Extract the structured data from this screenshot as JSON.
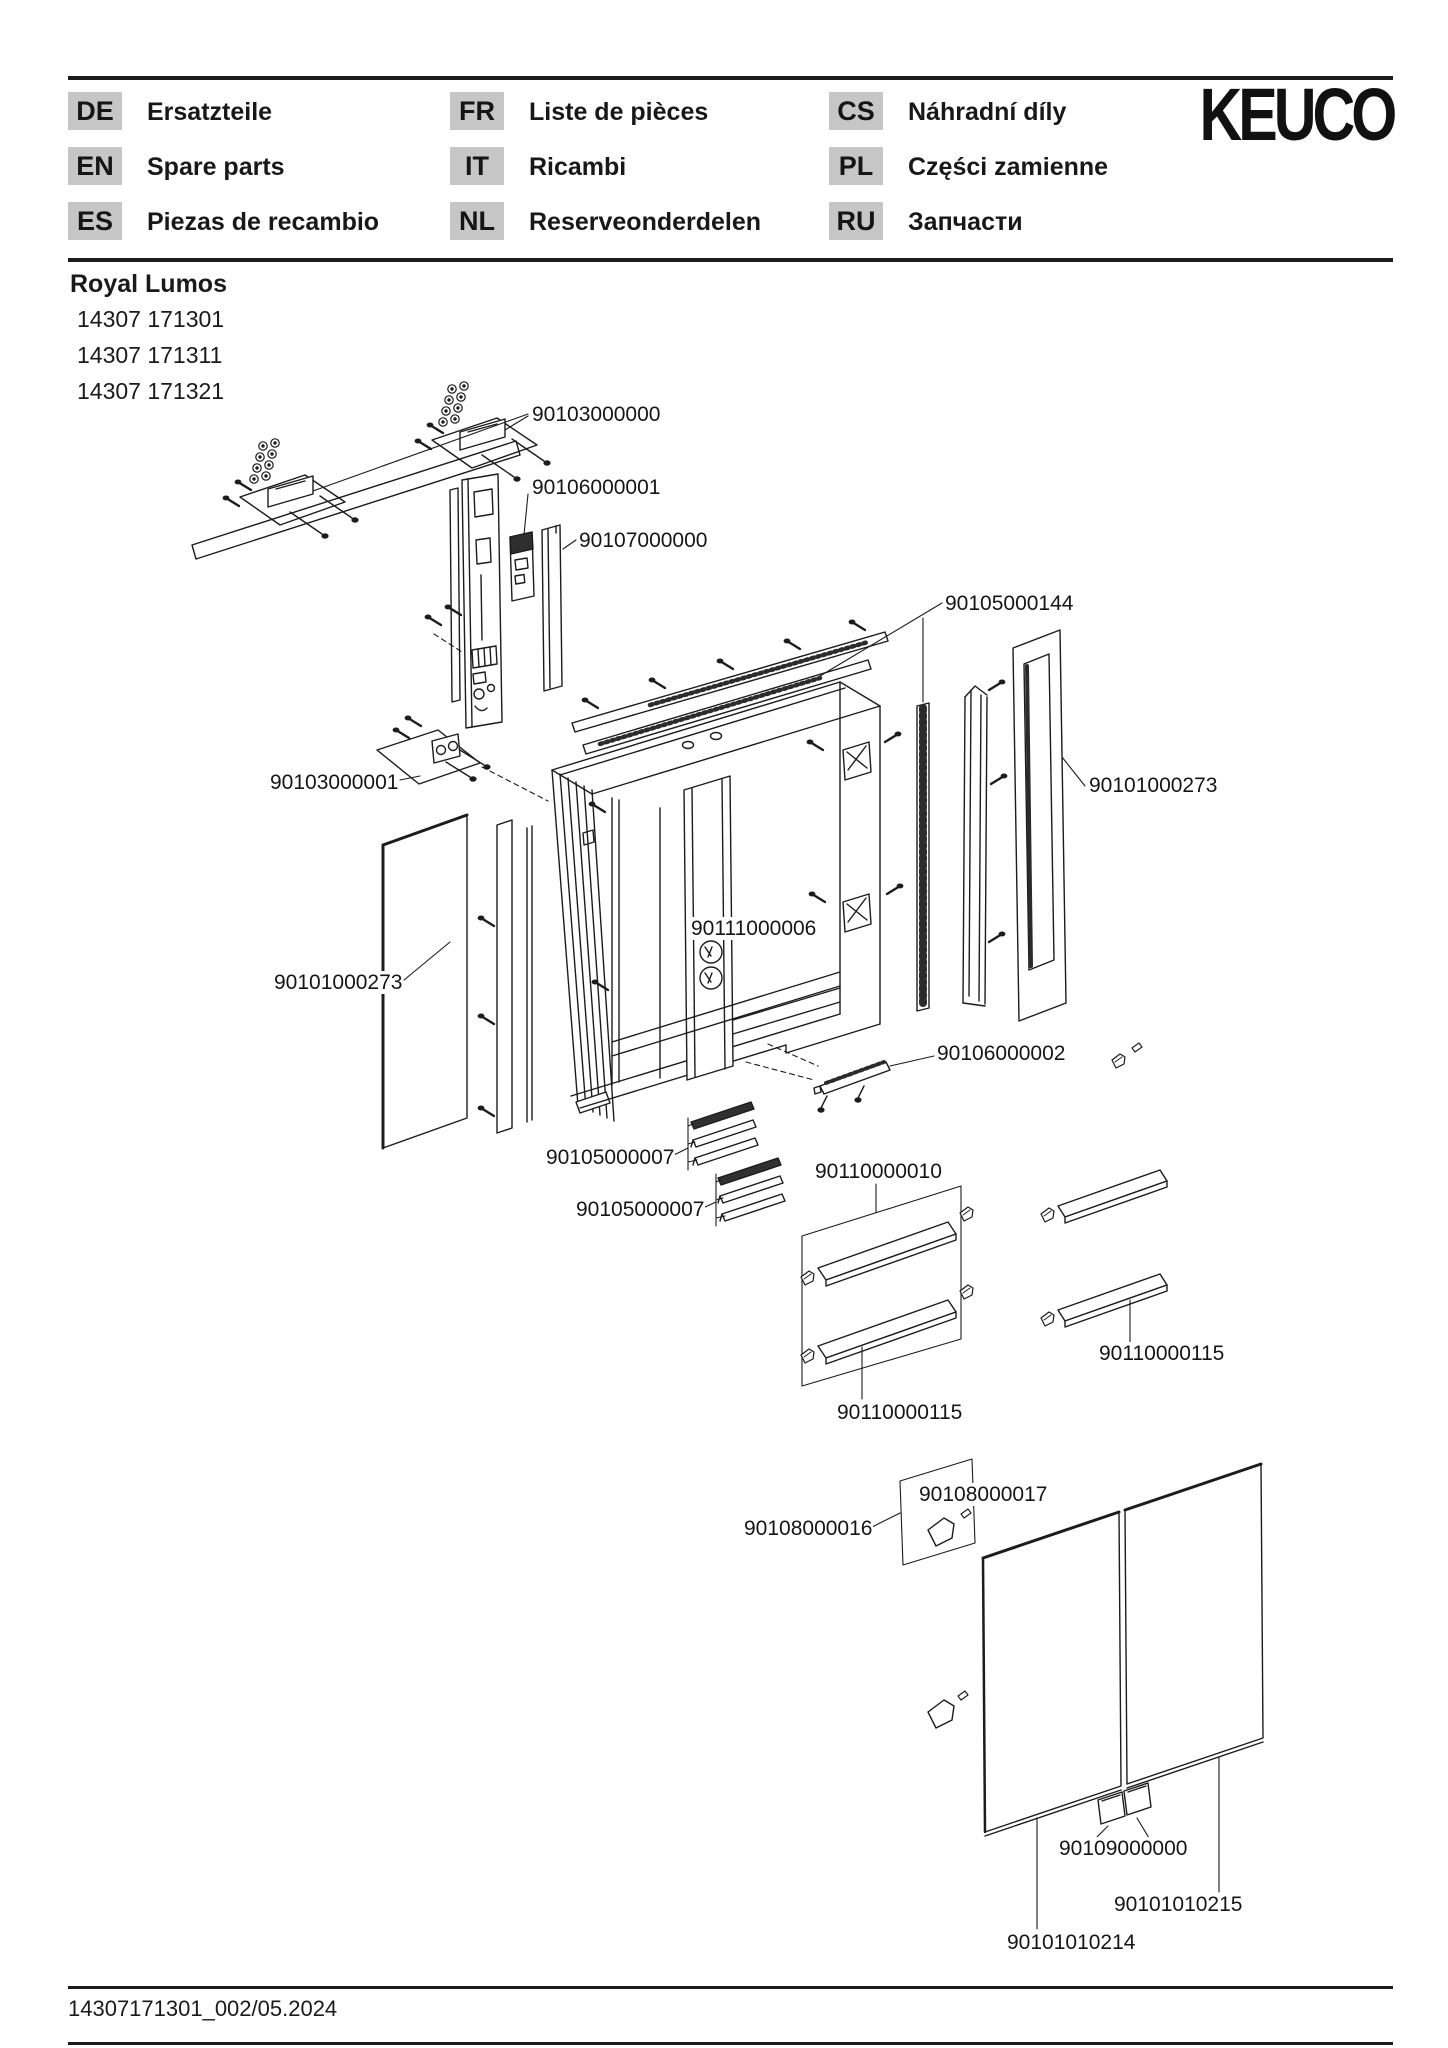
{
  "header": {
    "brand": "KEUCO",
    "languages": [
      {
        "code": "DE",
        "label": "Ersatzteile"
      },
      {
        "code": "EN",
        "label": "Spare parts"
      },
      {
        "code": "ES",
        "label": "Piezas de recambio"
      },
      {
        "code": "FR",
        "label": "Liste de pièces"
      },
      {
        "code": "IT",
        "label": "Ricambi"
      },
      {
        "code": "NL",
        "label": "Reserveonderdelen"
      },
      {
        "code": "CS",
        "label": "Náhradní díly"
      },
      {
        "code": "PL",
        "label": "Części zamienne"
      },
      {
        "code": "RU",
        "label": "Запчасти"
      }
    ]
  },
  "product": {
    "name": "Royal Lumos",
    "variants": [
      "14307 171301",
      "14307 171311",
      "14307 171321"
    ]
  },
  "diagram": {
    "part_labels": [
      {
        "id": "bracket-set",
        "text": "90103000000"
      },
      {
        "id": "power-supply",
        "text": "90106000001"
      },
      {
        "id": "power-cover",
        "text": "90107000000"
      },
      {
        "id": "led-profile",
        "text": "90105000144"
      },
      {
        "id": "side-frame-right",
        "text": "90101000273"
      },
      {
        "id": "fixing-bracket",
        "text": "90103000001"
      },
      {
        "id": "side-frame-left",
        "text": "90101000273"
      },
      {
        "id": "socket-unit",
        "text": "90111000006"
      },
      {
        "id": "bottom-profile",
        "text": "90106000002"
      },
      {
        "id": "rail-profile-1",
        "text": "90105000007"
      },
      {
        "id": "shelf-set",
        "text": "90110000010"
      },
      {
        "id": "rail-profile-2",
        "text": "90105000007"
      },
      {
        "id": "shelf-right",
        "text": "90110000115"
      },
      {
        "id": "shelf-center",
        "text": "90110000115"
      },
      {
        "id": "hinge-clip-2",
        "text": "90108000017"
      },
      {
        "id": "hinge-clip-1",
        "text": "90108000016"
      },
      {
        "id": "hinge-cover",
        "text": "90109000000"
      },
      {
        "id": "door-right",
        "text": "90101010215"
      },
      {
        "id": "door-left",
        "text": "90101010214"
      }
    ]
  },
  "footer": {
    "doc_ref": "14307171301_002/05.2024"
  }
}
